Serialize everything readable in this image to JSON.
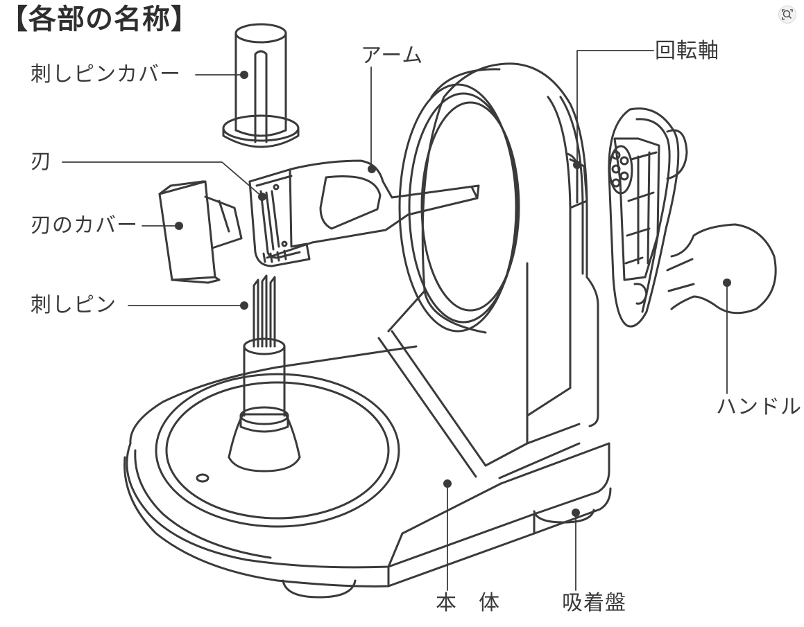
{
  "title": "【各部の名称】",
  "labels": {
    "pin_cover": "刺しピンカバー",
    "arm": "アーム",
    "shaft": "回転軸",
    "blade": "刃",
    "blade_cover": "刃のカバー",
    "pin": "刺しピン",
    "handle": "ハンドル",
    "body": "本　体",
    "suction_cup": "吸着盤"
  },
  "icons": {
    "zoom": "zoom-icon"
  },
  "colors": {
    "line": "#3a3a3a",
    "background": "#ffffff"
  }
}
